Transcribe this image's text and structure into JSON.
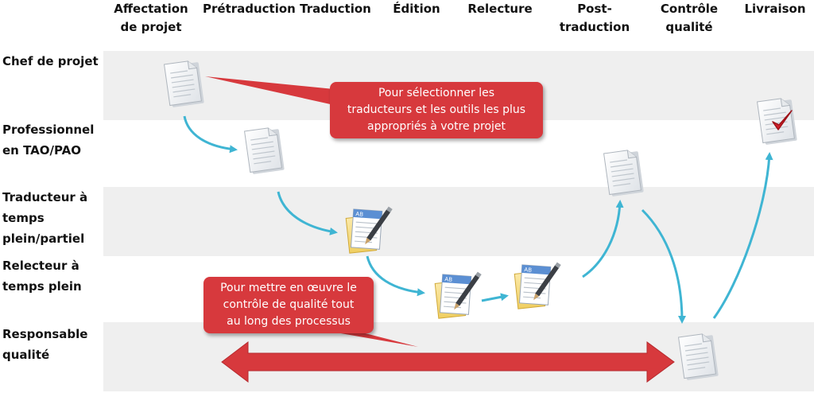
{
  "columns": [
    {
      "line1": "Affectation",
      "line2": "de projet"
    },
    {
      "line1": "Prétraduction",
      "line2": ""
    },
    {
      "line1": "Traduction",
      "line2": ""
    },
    {
      "line1": "Édition",
      "line2": ""
    },
    {
      "line1": "Relecture",
      "line2": ""
    },
    {
      "line1": "Post-",
      "line2": "traduction"
    },
    {
      "line1": "Contrôle",
      "line2": "qualité"
    },
    {
      "line1": "Livraison",
      "line2": ""
    }
  ],
  "rows": [
    {
      "lines": [
        "Chef de projet"
      ]
    },
    {
      "lines": [
        "Professionnel",
        "en TAO/PAO"
      ]
    },
    {
      "lines": [
        "Traducteur à",
        "temps",
        "plein/partiel"
      ]
    },
    {
      "lines": [
        "Relecteur à",
        "temps plein"
      ]
    },
    {
      "lines": [
        "Responsable",
        "qualité"
      ]
    }
  ],
  "callouts": {
    "top": [
      "Pour sélectionner les",
      "traducteurs et les outils les plus",
      "appropriés à votre projet"
    ],
    "bottom": [
      "Pour mettre en œuvre le",
      "contrôle de qualité tout",
      "au long des processus"
    ]
  },
  "colors": {
    "band": "#efefef",
    "callout": "#d7393d",
    "flow_arrow": "#3fb5d3",
    "span_arrow": "#d7393d",
    "check": "#d01f2a"
  },
  "icons": [
    "document-icon",
    "document-icon",
    "edit-document-icon",
    "edit-document-icon",
    "edit-document-icon",
    "document-icon",
    "document-icon",
    "approved-document-icon"
  ]
}
